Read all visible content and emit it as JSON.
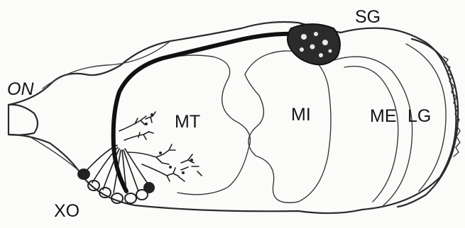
{
  "labels": {
    "optic_nerve": "ON",
    "sinus_gland": "SG",
    "medulla_terminalis": "MT",
    "medulla_interna": "MI",
    "medulla_externa": "ME",
    "lamina_ganglionaris": "LG",
    "x_organ": "XO"
  },
  "colors": {
    "ink": "#151515",
    "background": "#fbfbfa"
  }
}
